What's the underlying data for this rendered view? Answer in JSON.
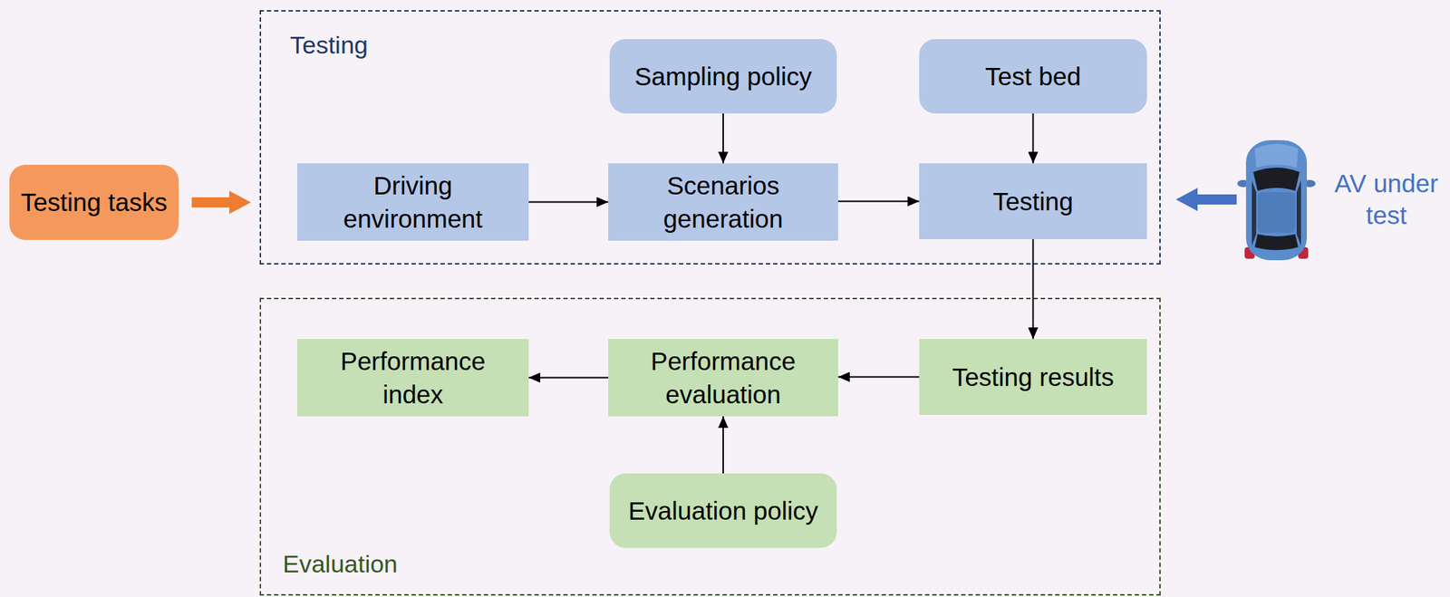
{
  "diagram": {
    "nodes": [
      {
        "text": [
          "Testing tasks"
        ]
      },
      {
        "text": [
          "Testing"
        ]
      },
      {
        "text": [
          "Sampling policy"
        ],
        "in": 1
      },
      {
        "text": [
          "Test bed"
        ],
        "in": 1
      },
      {
        "text": [
          "Driving environment"
        ],
        "in": 1
      },
      {
        "text": [
          "Scenarios generation"
        ],
        "in": 1
      },
      {
        "text": [
          "Testing"
        ],
        "in": 1
      },
      {
        "text": [
          "Evaluation"
        ]
      },
      {
        "text": [
          "Performance index"
        ],
        "in": 7
      },
      {
        "text": [
          "Performance evaluation"
        ],
        "in": 7
      },
      {
        "text": [
          "Testing results"
        ],
        "in": 7
      },
      {
        "text": [
          "Evaluation policy"
        ],
        "in": 7
      }
    ],
    "edges": [
      {
        "from": 0,
        "to": 1,
        "arrow": "to"
      },
      {
        "from": 2,
        "to": 5,
        "arrow": "to"
      },
      {
        "from": 3,
        "to": 6,
        "arrow": "to"
      },
      {
        "from": 4,
        "to": 5,
        "arrow": "to"
      },
      {
        "from": 5,
        "to": 6,
        "arrow": "to"
      },
      {
        "from": 6,
        "to": 10,
        "arrow": "to"
      },
      {
        "from": 10,
        "to": 9,
        "arrow": "to"
      },
      {
        "from": 9,
        "to": 8,
        "arrow": "to"
      },
      {
        "from": 11,
        "to": 9,
        "arrow": "to"
      }
    ],
    "labels": [
      "AV under test"
    ]
  }
}
